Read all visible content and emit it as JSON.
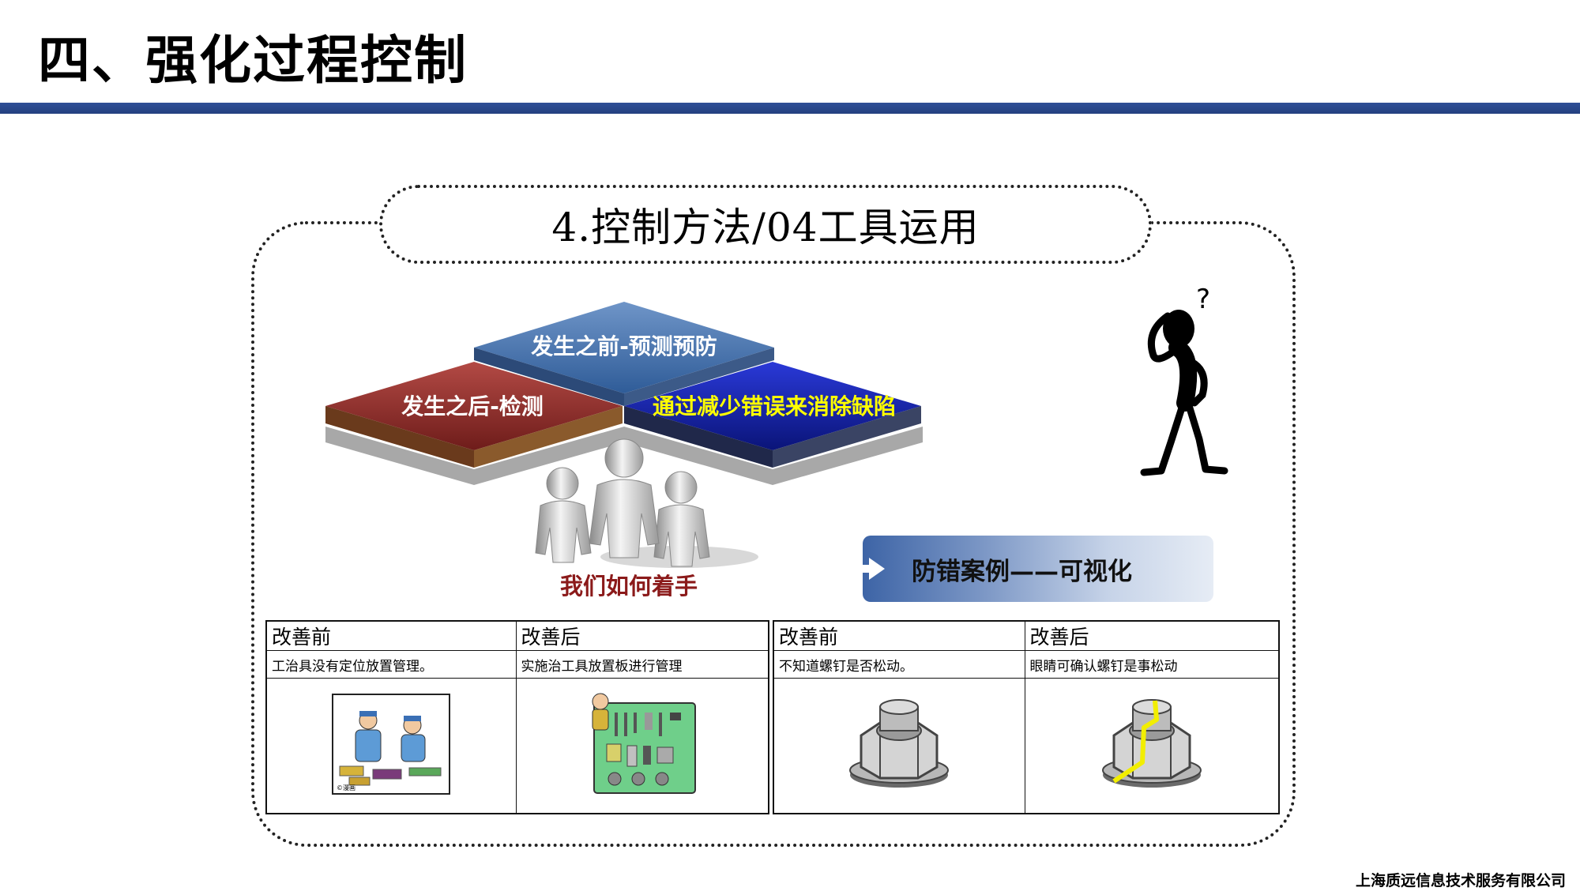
{
  "slide": {
    "title": "四、强化过程控制",
    "header": "4.控制方法/04工具运用",
    "footer": "上海质远信息技术服务有限公司"
  },
  "diagram": {
    "tiles": [
      {
        "label": "发生之前-预测预防",
        "color": "#3f6ea8"
      },
      {
        "label": "发生之后-检测",
        "color": "#8a2a28"
      },
      {
        "label": "通过减少错误来消除缺陷",
        "color": "#1424b8",
        "text_color": "#ffff00"
      }
    ],
    "people_caption": "我们如何着手",
    "caption_color": "#8b1a1a"
  },
  "case_banner": {
    "label": "防错案例——可视化"
  },
  "tables": [
    {
      "headers": [
        "改善前",
        "改善后"
      ],
      "descriptions": [
        "工治具没有定位放置管理。",
        "实施治工具放置板进行管理"
      ],
      "images": [
        "workers-messy-tools-cartoon",
        "tool-pegboard-cartoon"
      ],
      "stamp": "©漫画"
    },
    {
      "headers": [
        "改善前",
        "改善后"
      ],
      "descriptions": [
        "不知道螺钉是否松动。",
        "眼睛可确认螺钉是事松动"
      ],
      "images": [
        "hex-nut-icon",
        "hex-nut-marked-icon"
      ]
    }
  ]
}
